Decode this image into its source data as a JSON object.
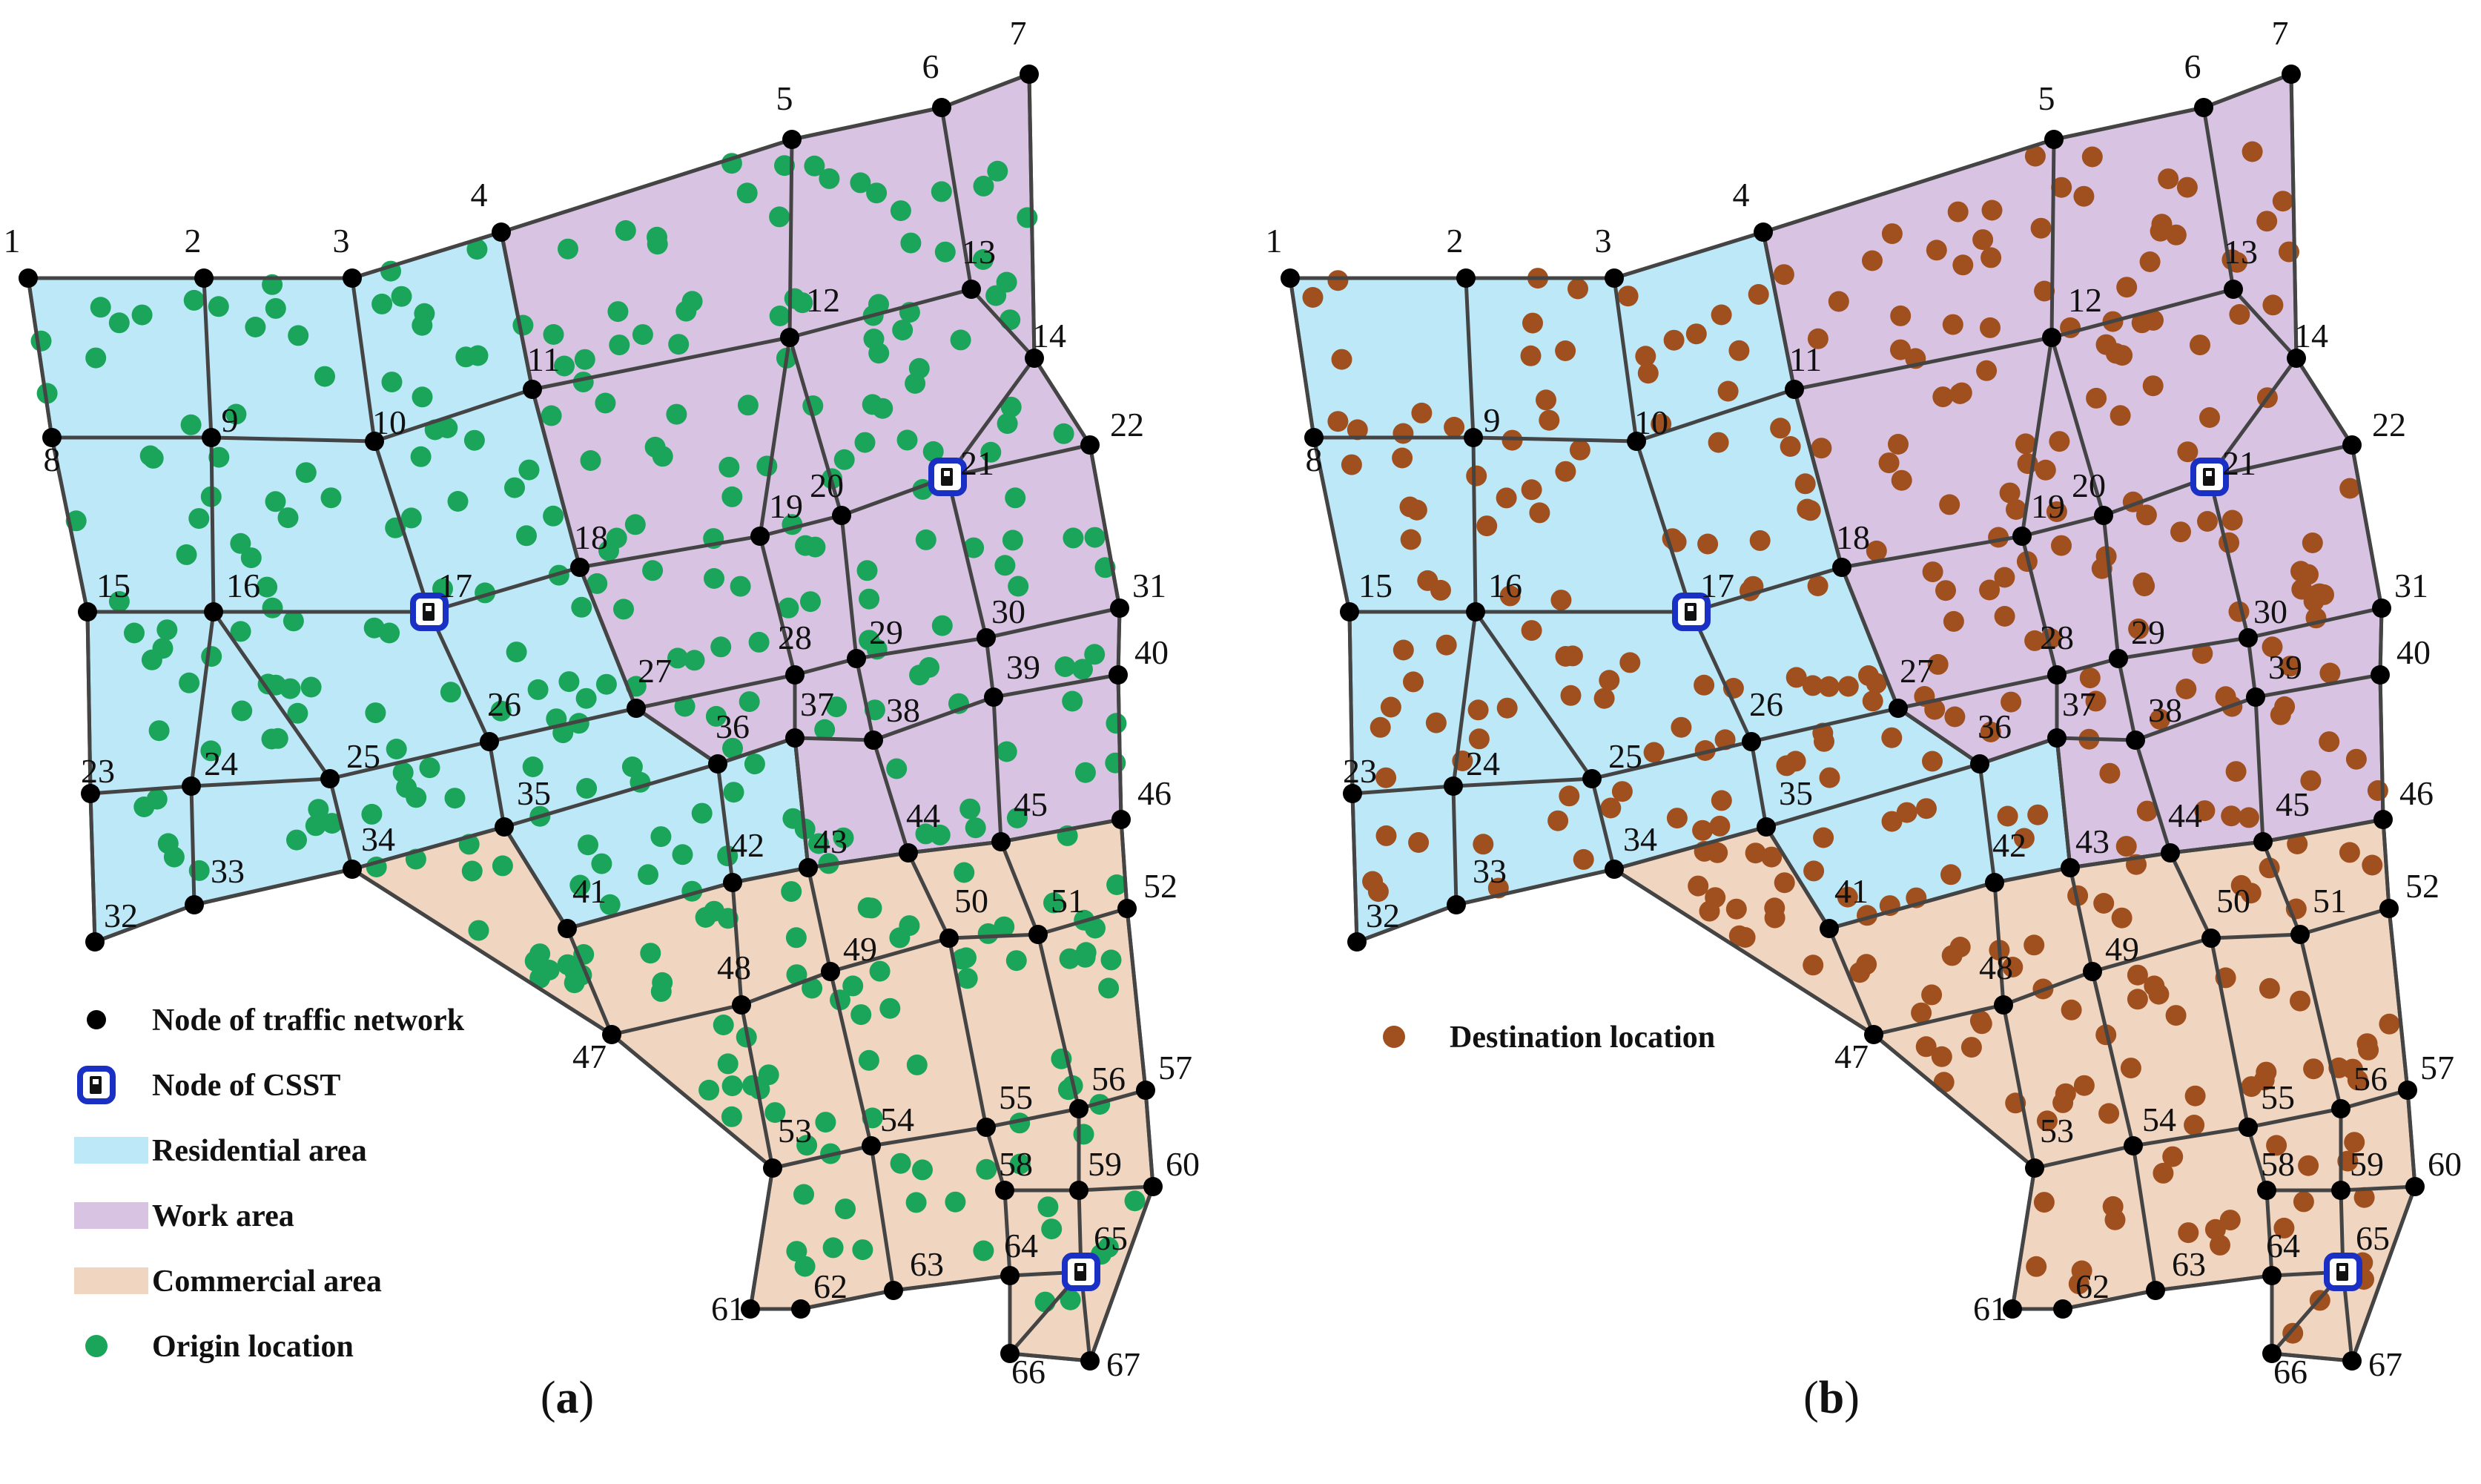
{
  "colors": {
    "residential": "#bde8f7",
    "work": "#d8c3e3",
    "commercial": "#f0d5c0",
    "node": "#000000",
    "origin": "#1aa55a",
    "destination": "#a0501e",
    "csst": "#1a2fc4",
    "edge": "#444444"
  },
  "panels": [
    {
      "id": "a",
      "label": "a",
      "marker_type": "origin",
      "legend": [
        {
          "symbol": "node",
          "icon": "black-dot-icon",
          "text": "Node of traffic network"
        },
        {
          "symbol": "csst",
          "icon": "charging-station-icon",
          "text": "Node of CSST"
        },
        {
          "symbol": "residential",
          "icon": "residential-swatch",
          "text": "Residential area"
        },
        {
          "symbol": "work",
          "icon": "work-swatch",
          "text": "Work area"
        },
        {
          "symbol": "commercial",
          "icon": "commercial-swatch",
          "text": "Commercial area"
        },
        {
          "symbol": "origin",
          "icon": "green-dot-icon",
          "text": "Origin location"
        }
      ]
    },
    {
      "id": "b",
      "label": "b",
      "marker_type": "destination",
      "legend": [
        {
          "symbol": "destination",
          "icon": "brown-dot-icon",
          "text": "Destination location"
        }
      ]
    }
  ],
  "network": {
    "csst_nodes": [
      "17",
      "21",
      "65"
    ],
    "node_labels": [
      "1",
      "2",
      "3",
      "4",
      "5",
      "6",
      "7",
      "8",
      "9",
      "10",
      "11",
      "12",
      "13",
      "14",
      "15",
      "16",
      "17",
      "18",
      "19",
      "20",
      "21",
      "22",
      "23",
      "24",
      "25",
      "26",
      "27",
      "28",
      "29",
      "30",
      "31",
      "32",
      "33",
      "34",
      "35",
      "36",
      "37",
      "38",
      "39",
      "40",
      "41",
      "42",
      "43",
      "44",
      "45",
      "46",
      "47",
      "48",
      "49",
      "50",
      "51",
      "52",
      "53",
      "54",
      "55",
      "56",
      "57",
      "58",
      "59",
      "60",
      "61",
      "62",
      "63",
      "64",
      "65",
      "66",
      "67"
    ]
  }
}
